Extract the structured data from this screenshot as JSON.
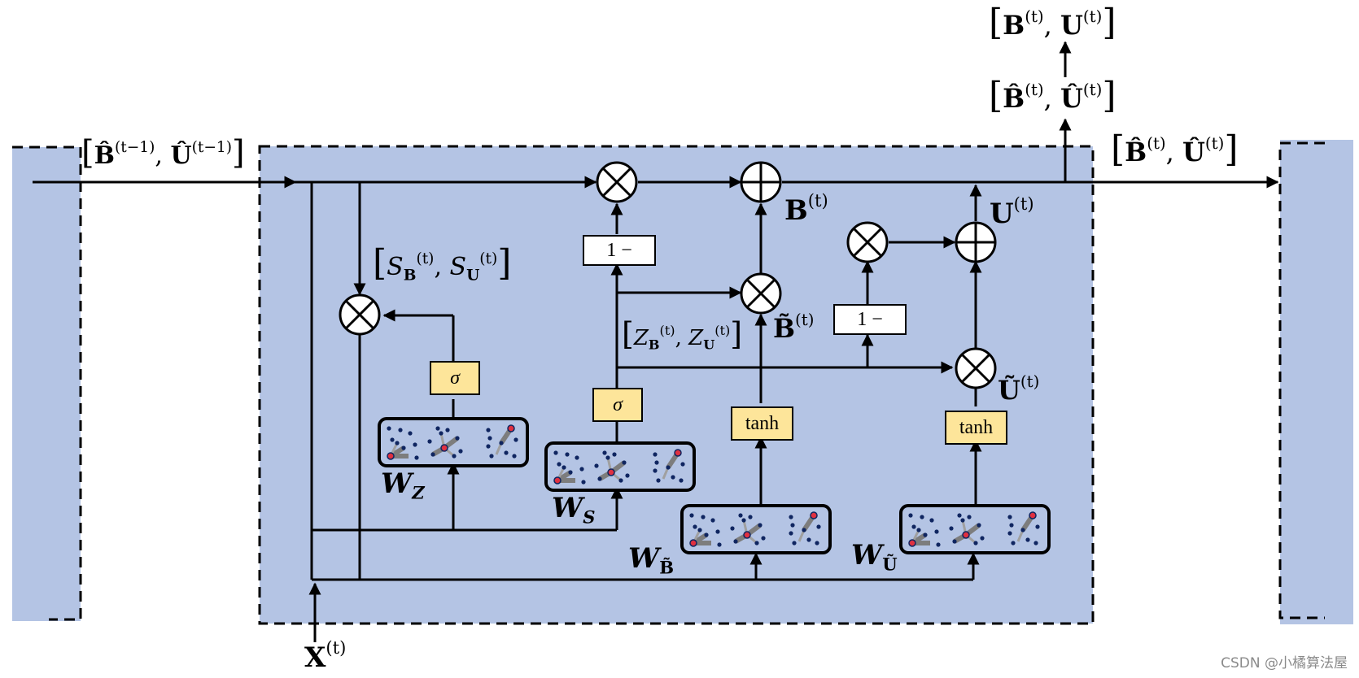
{
  "labels": {
    "input_prev": "[B̂(t−1), Û(t−1)]",
    "output_hat_right": "[B̂(t), Û(t)]",
    "output_hat_top": "[B̂(t), Û(t)]",
    "output_top": "[B(t), U(t)]",
    "s_gate": "[S_B(t), S_U(t)]",
    "z_gate": "[Z_B(t), Z_U(t)]",
    "b_t": "B(t)",
    "u_t": "U(t)",
    "b_tilde": "B̃(t)",
    "u_tilde": "Ũ(t)",
    "x_t": "X(t)",
    "w_z": "W_Z",
    "w_s": "W_S",
    "w_b": "W_B̃",
    "w_u": "W_Ũ"
  },
  "boxes": {
    "sigma": "σ",
    "tanh": "tanh",
    "one_minus": "1 −"
  },
  "watermark": "CSDN @小橘算法屋",
  "colors": {
    "cell_fill": "#b4c4e4",
    "gate_fill": "#fde59a",
    "line": "#000000",
    "node_dot": "#0f2560",
    "node_red": "#e03040",
    "edge_gray": "#8c8c8c"
  }
}
